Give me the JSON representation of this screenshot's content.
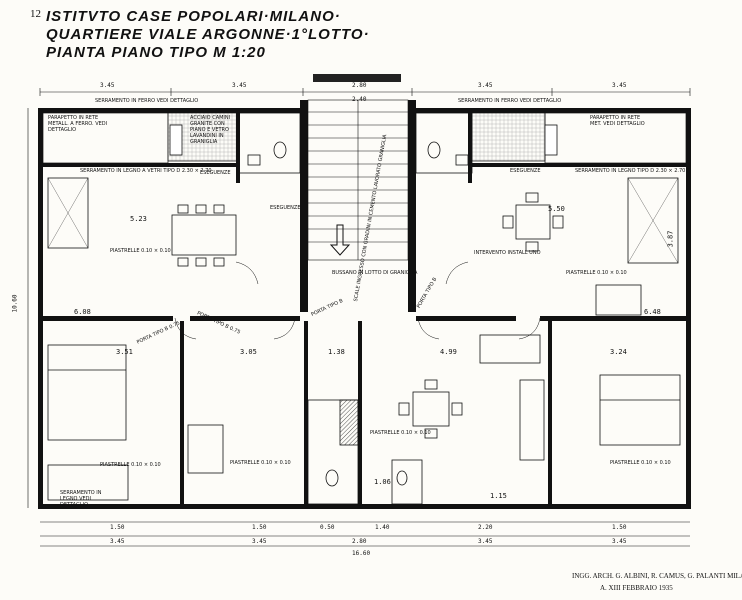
{
  "sheet": {
    "number": "12",
    "title_line1": "ISTITVTO CASE POPOLARI·MILANO·",
    "title_line2": "QUARTIERE VIALE ARGONNE·1°LOTTO·",
    "title_line3": "PIANTA PIANO TIPO M 1:20"
  },
  "dimensions_top": [
    "3.45",
    "3.45",
    "2.80",
    "3.45",
    "3.45"
  ],
  "dimension_stair_inner": "2.40",
  "dimensions_bottom_inner": [
    "1.50",
    "1.50",
    "0.50",
    "1.40",
    "2.20",
    "1.50"
  ],
  "dimensions_bottom_outer": [
    "3.45",
    "3.45",
    "2.80",
    "3.45",
    "3.45"
  ],
  "total_width": "16.60",
  "total_depth": "10.60",
  "rooms": {
    "left_kitchen_area": "5.23",
    "right_kitchen_area": "5.50",
    "bottom_left_area": "3.51",
    "bottom_left2_area": "3.05",
    "center_area": "4.99",
    "bottom_right_area": "3.24",
    "hall_area": "1.38",
    "small_area_1": "1.06",
    "small_area_2": "1.15",
    "left_lower_area": "6.08",
    "right_lower_area": "6.48",
    "right_side_area": "3.87"
  },
  "labels": {
    "parapetto_left": "PARAPETTO IN RETE METALL. A FERRO. VEDI DETTAGLIO",
    "serramento_top_left": "SERRAMENTO IN FERRO VEDI DETTAGLIO",
    "serramento_top_right": "SERRAMENTO IN FERRO VEDI DETTAGLIO",
    "parapetto_right": "PARAPETTO IN RETE MET. VEDI DETTAGLIO",
    "acciaio_left": "ACCIAIO CAMINI GRANITE CON PIANO E VETRO LAVANDINI IN GRANIGLIA",
    "serramento_legno_left": "SERRAMENTO IN LEGNO A VETRI TIPO D 2.30 × 2.70",
    "serramento_legno_right": "SERRAMENTO IN LEGNO TIPO D 2.30 × 2.70",
    "eseguenze_1": "ESEGUENZE",
    "eseguenze_2": "ESEGUENZE",
    "eseguenze_3": "ESEGUENZE",
    "stair_note": "SCALE INGRESSO CON GRADINI IN CEMENTO LAVORATO GRANIGLIA",
    "pianerottolo": "BUSSANO IN LOTTO DI GRANIGLIA",
    "piastrelle_1": "PIASTRELLE 0.10 × 0.10",
    "piastrelle_2": "PIASTRELLE 0.10 × 0.10",
    "piastrelle_3": "PIASTRELLE 0.10 × 0.10",
    "piastrelle_4": "PIASTRELLE 0.10 × 0.10",
    "piastrelle_5": "PIASTRELLE 0.10 × 0.10",
    "piastrelle_6": "PIASTRELLE 0.10 × 0.10",
    "porta_tipo_1": "PORTA TIPO B 0.75",
    "porta_tipo_2": "PORTA TIPO B 0.75",
    "porta_tipo_3": "PORTA TIPO B",
    "porta_tipo_4": "PORTA TIPO B",
    "serramento_bottom_left": "SERRAMENTO IN LEGNO VEDI DETTAGLIO",
    "interventi": "INTERVENTO INSTALL UNO"
  },
  "signature": {
    "author": "INGG. ARCH. G. ALBINI, R. CAMUS, G. PALANTI MILANO",
    "date": "A. XIII  FEBBRAIO 1935"
  },
  "colors": {
    "ink": "#111111",
    "paper": "#fdfcf8",
    "hatch": "#555555"
  }
}
